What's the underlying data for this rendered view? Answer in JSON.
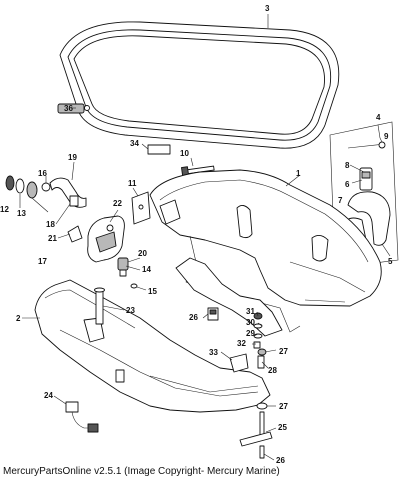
{
  "caption": "MercuryPartsOnline v2.5.1 (Image Copyright- Mercury Marine)",
  "callouts": [
    "1",
    "2",
    "3",
    "4",
    "5",
    "6",
    "7",
    "8",
    "9",
    "10",
    "11",
    "12",
    "13",
    "14",
    "15",
    "16",
    "17",
    "18",
    "19",
    "20",
    "21",
    "22",
    "23",
    "24",
    "25",
    "26",
    "26",
    "27",
    "27",
    "28",
    "29",
    "30",
    "31",
    "32",
    "33",
    "34",
    "36"
  ]
}
